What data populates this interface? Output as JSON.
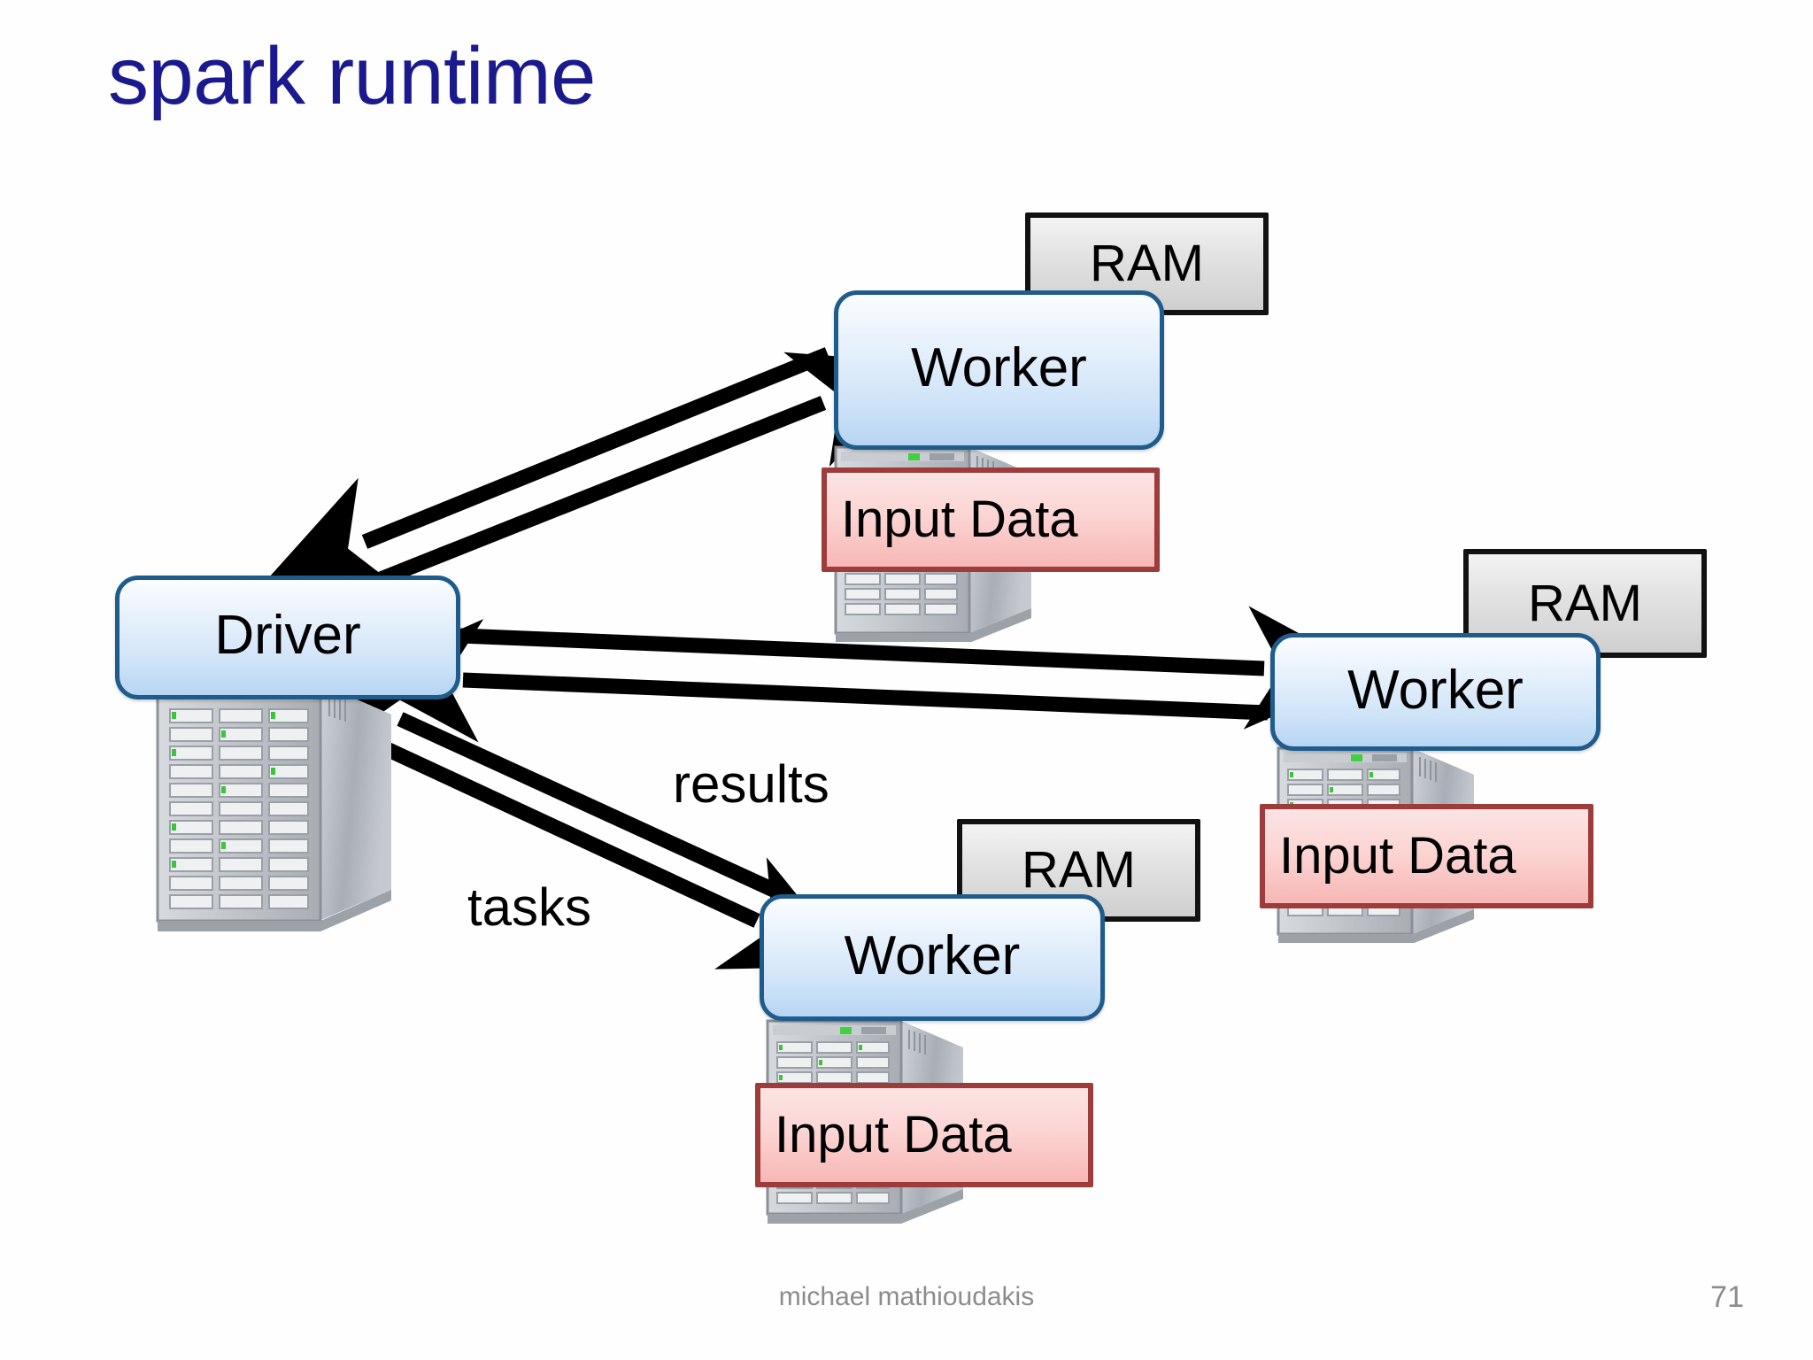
{
  "slide": {
    "title": "spark runtime",
    "title_color": "#1a1a8e",
    "background_color": "#ffffff"
  },
  "diagram": {
    "type": "node-link",
    "colors": {
      "node_fill_top": "#fbfdff",
      "node_fill_bottom": "#b7d5f3",
      "node_border": "#1f5c8b",
      "ram_fill_top": "#f3f3f3",
      "ram_fill_bottom": "#cfcfcf",
      "ram_border": "#121212",
      "data_fill_top": "#fbe4e4",
      "data_fill_bottom": "#f7b7b5",
      "data_border": "#9e3b3b",
      "arrow_color": "#000000",
      "server_body": "#b9bdc4"
    },
    "nodes": [
      {
        "id": "driver",
        "label": "Driver",
        "kind": "driver",
        "has_ram": false,
        "has_input_data": false,
        "server_icon": "server-rack-icon"
      },
      {
        "id": "worker-top",
        "label": "Worker",
        "kind": "worker",
        "has_ram": true,
        "ram_label": "RAM",
        "has_input_data": true,
        "input_data_label": "Input Data",
        "server_icon": "server-rack-icon"
      },
      {
        "id": "worker-right",
        "label": "Worker",
        "kind": "worker",
        "has_ram": true,
        "ram_label": "RAM",
        "has_input_data": true,
        "input_data_label": "Input Data",
        "server_icon": "server-rack-icon"
      },
      {
        "id": "worker-bottom",
        "label": "Worker",
        "kind": "worker",
        "has_ram": true,
        "ram_label": "RAM",
        "has_input_data": true,
        "input_data_label": "Input Data",
        "server_icon": "server-rack-icon"
      }
    ],
    "edges": [
      {
        "from": "driver",
        "to": "worker-top",
        "bidirectional": true,
        "label": ""
      },
      {
        "from": "driver",
        "to": "worker-right",
        "bidirectional": true,
        "label": ""
      },
      {
        "from": "driver",
        "to": "worker-bottom",
        "bidirectional": true,
        "label": ""
      }
    ],
    "edge_labels": {
      "results": "results",
      "tasks": "tasks"
    }
  },
  "footer": {
    "author": "michael mathioudakis",
    "page_number": "71"
  }
}
